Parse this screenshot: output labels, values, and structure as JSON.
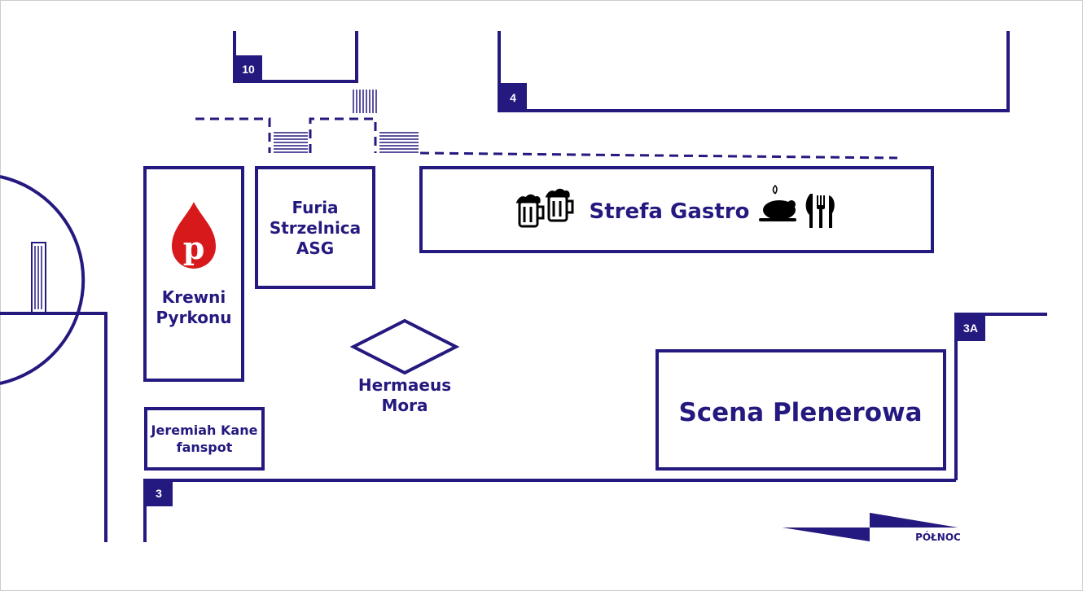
{
  "colors": {
    "line": "#24197f",
    "accent": "#d7191c",
    "text": "#24197f",
    "background": "#ffffff"
  },
  "venues": {
    "krewni": {
      "line1": "Krewni",
      "line2": "Pyrkonu",
      "icon": "blood-drop-p-icon"
    },
    "furia": {
      "line1": "Furia",
      "line2": "Strzelnica",
      "line3": "ASG"
    },
    "gastro": {
      "label": "Strefa Gastro",
      "icons": [
        "beer-mugs-icon",
        "roast-chicken-icon",
        "cutlery-icon"
      ]
    },
    "hermaeus": {
      "line1": "Hermaeus",
      "line2": "Mora"
    },
    "jeremiah": {
      "line1": "Jeremiah Kane",
      "line2": "fanspot"
    },
    "scena": {
      "label": "Scena Plenerowa"
    }
  },
  "halls": {
    "h10": "10",
    "h4": "4",
    "h3": "3",
    "h3a": "3A"
  },
  "compass": {
    "label": "PÓŁNOC",
    "icon": "north-arrow-icon"
  }
}
